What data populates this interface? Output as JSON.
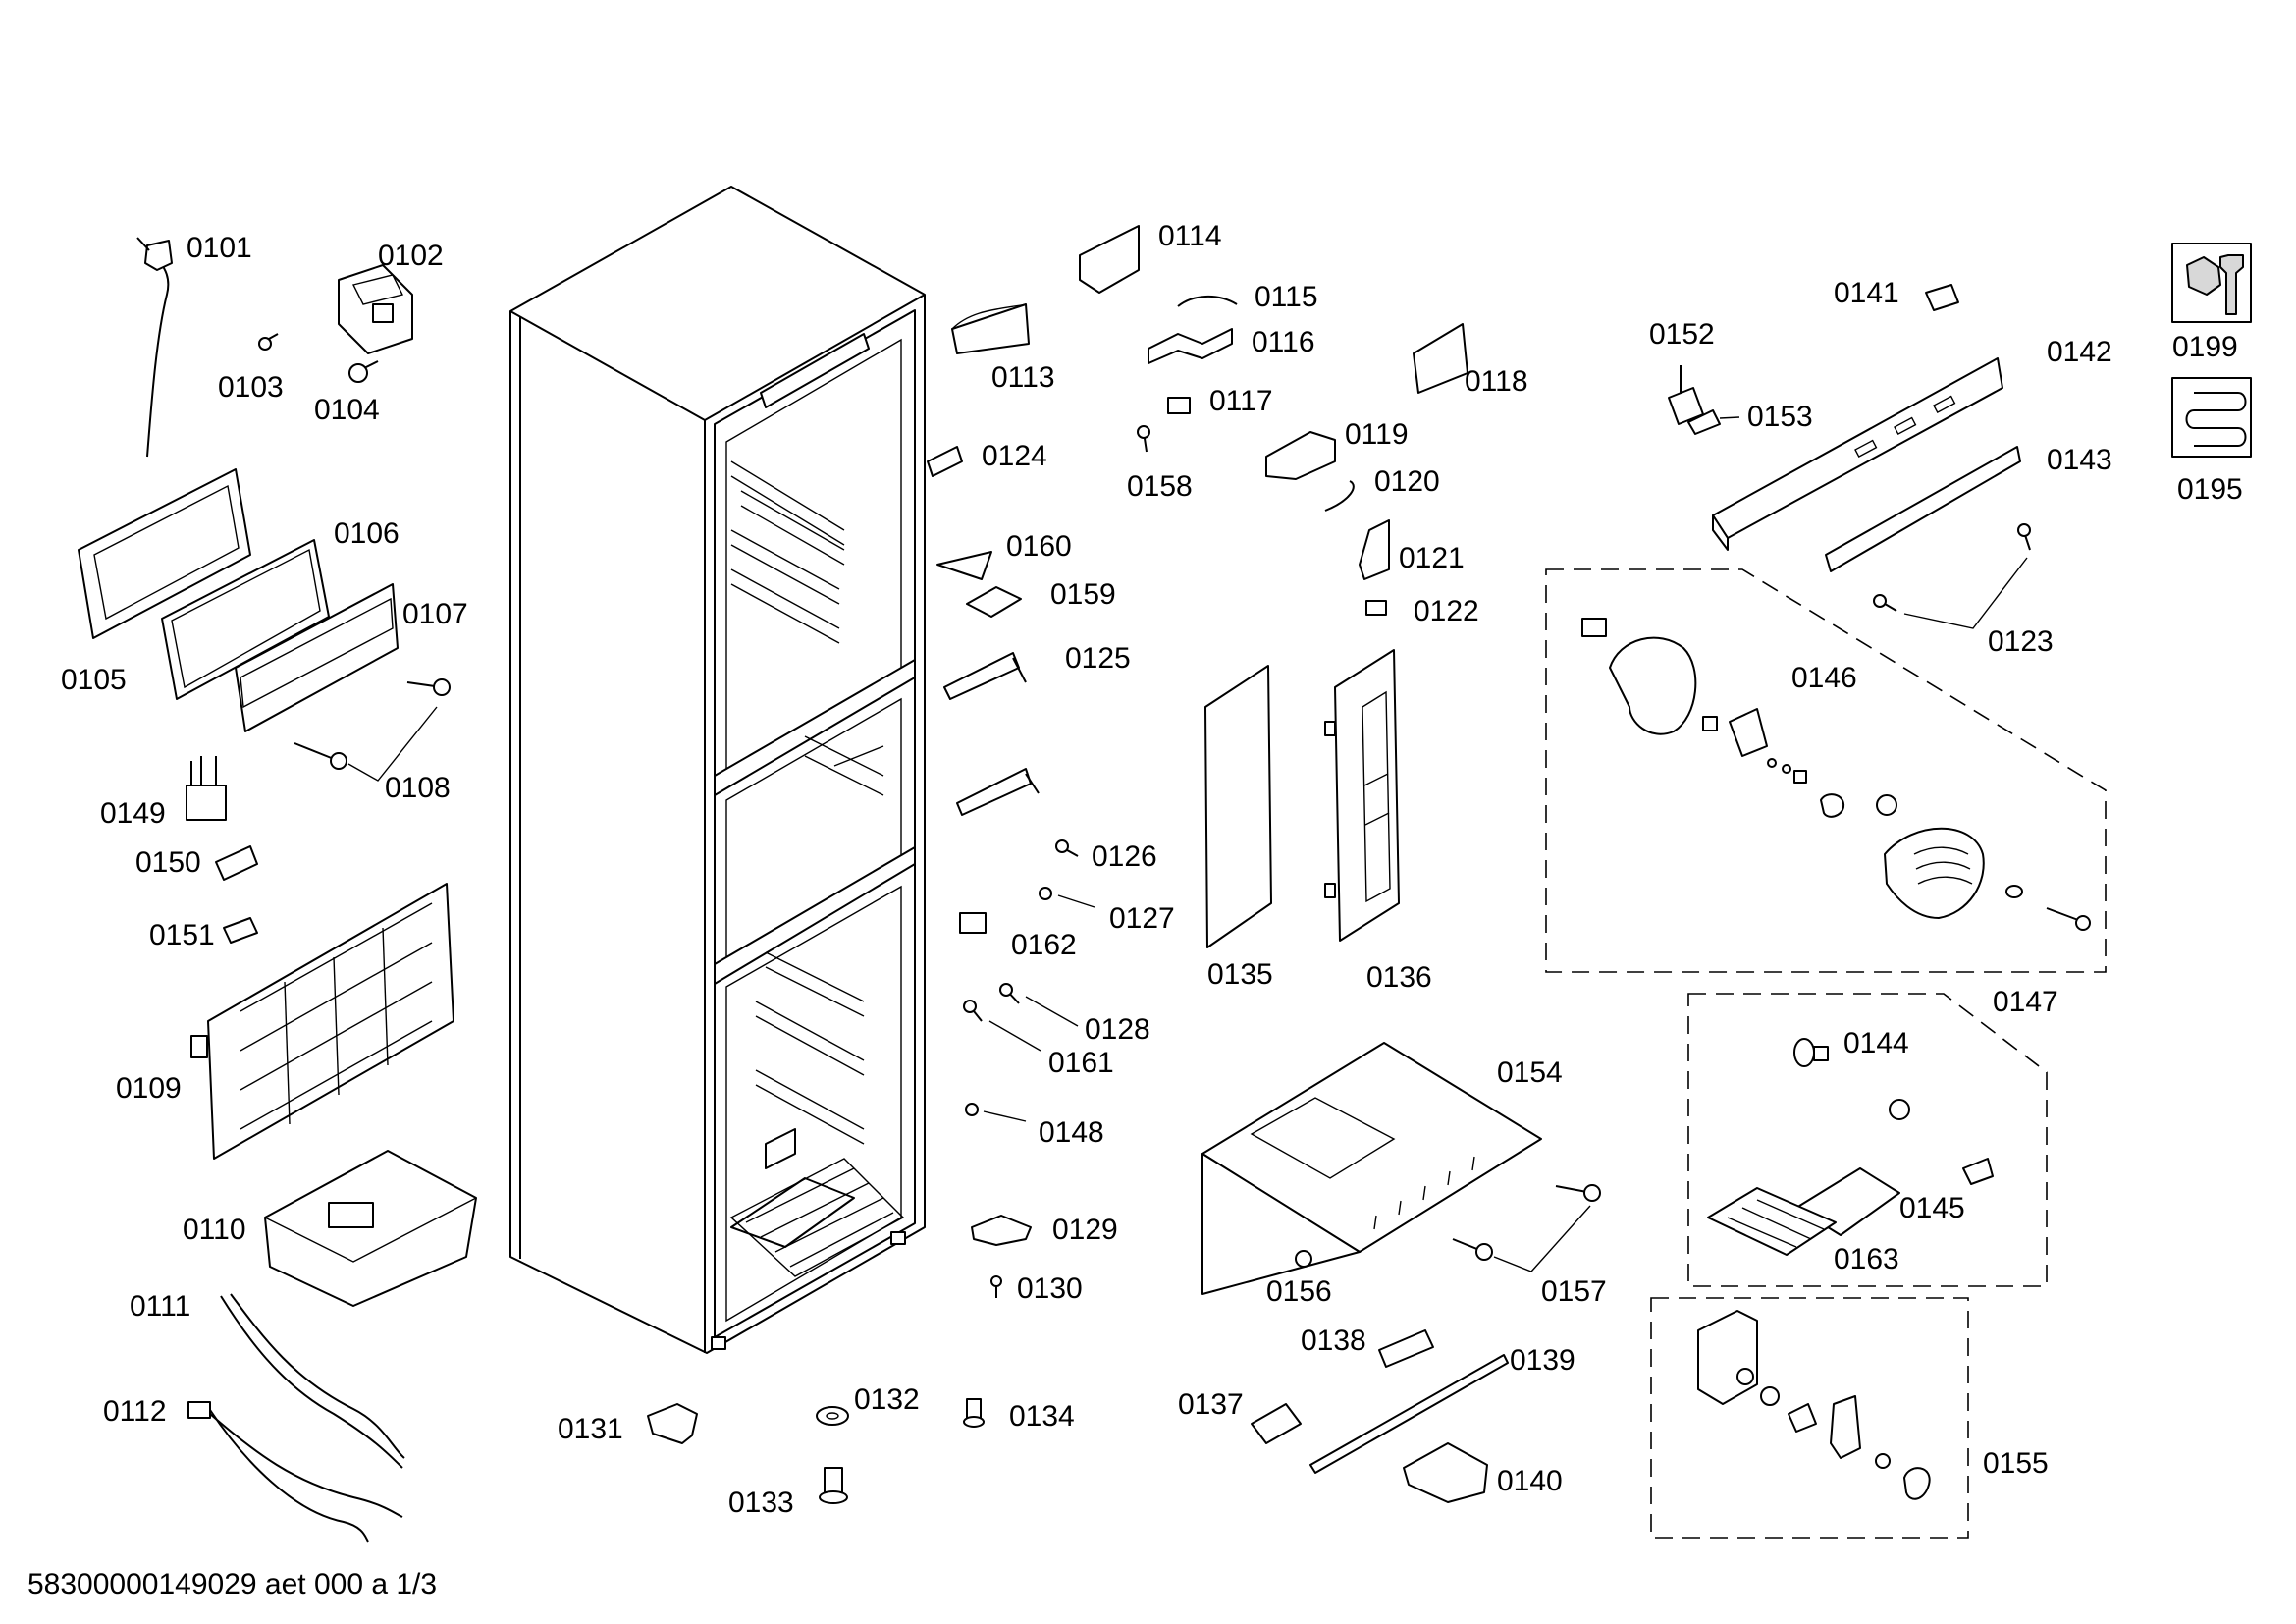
{
  "footer": "58300000149029 aet 000 a 1/3",
  "legend": {
    "tools_label": "0199",
    "heater_label": "0195"
  },
  "labels": {
    "p0101": "0101",
    "p0102": "0102",
    "p0103": "0103",
    "p0104": "0104",
    "p0105": "0105",
    "p0106": "0106",
    "p0107": "0107",
    "p0108": "0108",
    "p0109": "0109",
    "p0110": "0110",
    "p0111": "0111",
    "p0112": "0112",
    "p0113": "0113",
    "p0114": "0114",
    "p0115": "0115",
    "p0116": "0116",
    "p0117": "0117",
    "p0118": "0118",
    "p0119": "0119",
    "p0120": "0120",
    "p0121": "0121",
    "p0122": "0122",
    "p0123": "0123",
    "p0124": "0124",
    "p0125": "0125",
    "p0126": "0126",
    "p0127": "0127",
    "p0128": "0128",
    "p0129": "0129",
    "p0130": "0130",
    "p0131": "0131",
    "p0132": "0132",
    "p0133": "0133",
    "p0134": "0134",
    "p0135": "0135",
    "p0136": "0136",
    "p0137": "0137",
    "p0138": "0138",
    "p0139": "0139",
    "p0140": "0140",
    "p0141": "0141",
    "p0142": "0142",
    "p0143": "0143",
    "p0144": "0144",
    "p0145": "0145",
    "p0146": "0146",
    "p0147": "0147",
    "p0148": "0148",
    "p0149": "0149",
    "p0150": "0150",
    "p0151": "0151",
    "p0152": "0152",
    "p0153": "0153",
    "p0154": "0154",
    "p0155": "0155",
    "p0156": "0156",
    "p0157": "0157",
    "p0158": "0158",
    "p0159": "0159",
    "p0160": "0160",
    "p0161": "0161",
    "p0162": "0162",
    "p0163": "0163"
  }
}
